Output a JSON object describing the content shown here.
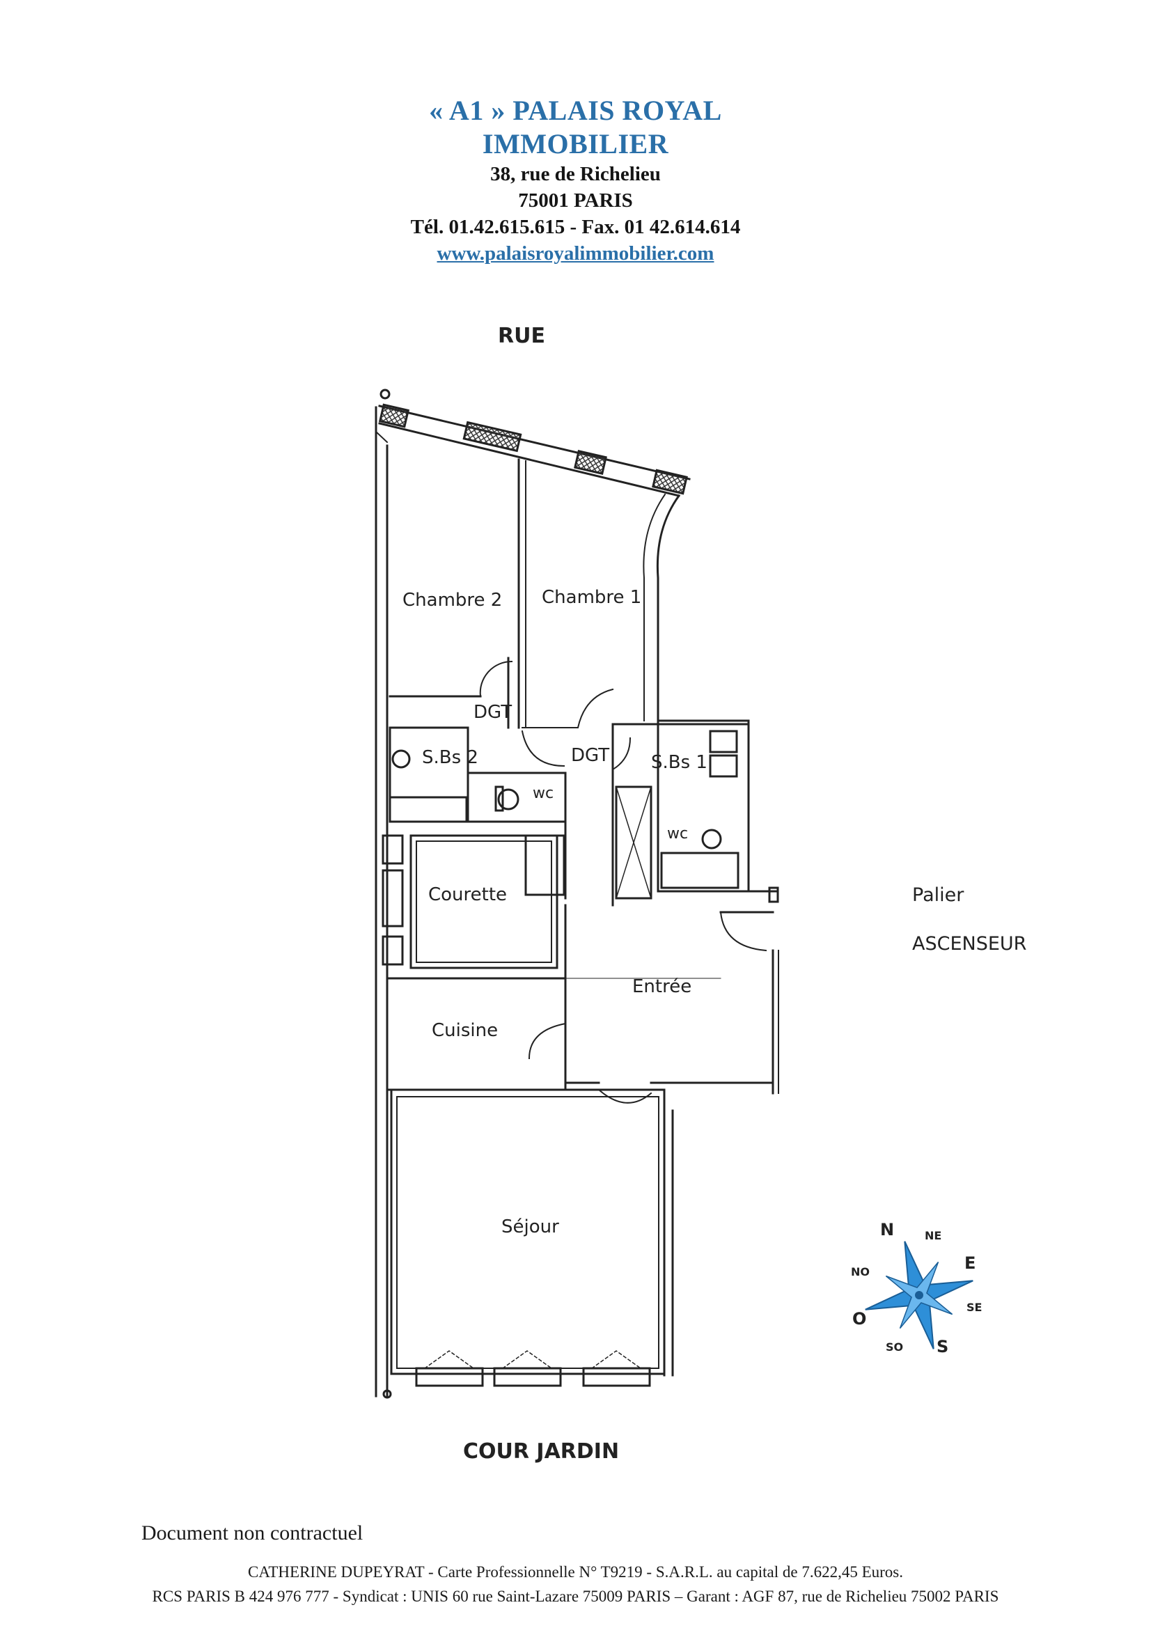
{
  "header": {
    "agency_line1": "« A1 » PALAIS ROYAL",
    "agency_line2": "IMMOBILIER",
    "street_address": "38, rue de Richelieu",
    "city": "75001  PARIS",
    "phone_fax": "Tél. 01.42.615.615 - Fax. 01 42.614.614",
    "website": "www.palaisroyalimmobilier.com"
  },
  "plan": {
    "top_street": "RUE",
    "bottom_street": "COUR JARDIN",
    "rooms": {
      "chambre2": "Chambre 2",
      "chambre1": "Chambre 1",
      "dgt_left": "DGT",
      "dgt_center": "DGT",
      "sbs2": "S.Bs 2",
      "sbs1": "S.Bs 1",
      "wc_left": "wc",
      "wc_right": "wc",
      "courette": "Courette",
      "entree": "Entrée",
      "cuisine": "Cuisine",
      "sejour": "Séjour"
    },
    "outside": {
      "palier": "Palier",
      "ascenseur": "ASCENSEUR"
    }
  },
  "compass": {
    "n": "N",
    "ne": "NE",
    "e": "E",
    "se": "SE",
    "s": "S",
    "so": "SO",
    "o": "O",
    "no": "NO",
    "color": "#2e8fd8"
  },
  "footer": {
    "disclaimer": "Document non contractuel",
    "legal_line1": "CATHERINE DUPEYRAT - Carte Professionnelle N° T9219 - S.A.R.L. au capital de 7.622,45 Euros.",
    "legal_line2": "RCS PARIS B 424 976 777 - Syndicat : UNIS  60 rue Saint-Lazare 75009  PARIS – Garant : AGF 87, rue de Richelieu 75002 PARIS"
  }
}
